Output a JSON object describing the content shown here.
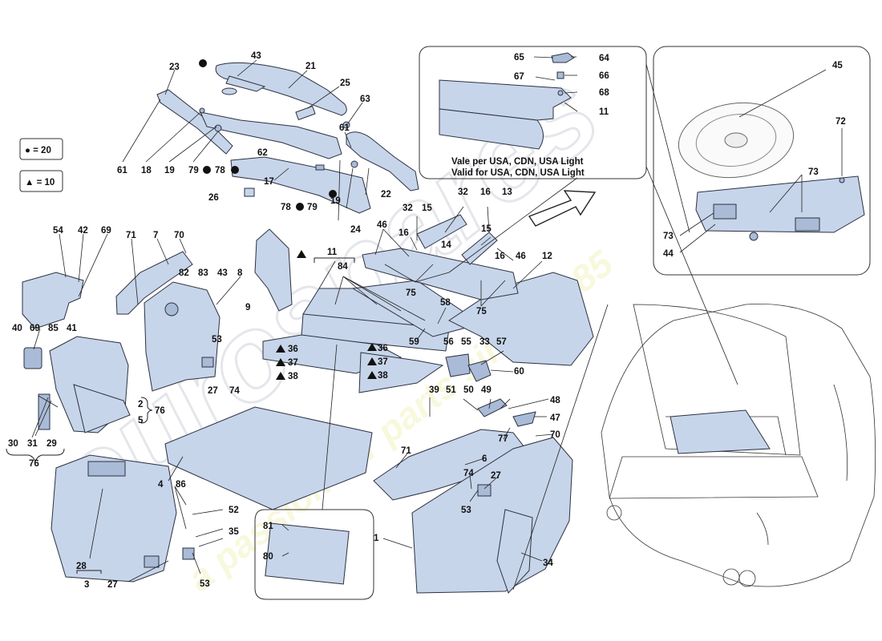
{
  "legend": {
    "circle_text": "● = 20",
    "triangle_text": "▲ = 10"
  },
  "note": {
    "line1": "Vale per USA, CDN, USA Light",
    "line2": "Valid for USA, CDN, USA Light"
  },
  "watermark": {
    "brand": "eurospares",
    "slogan": "a passion for parts since 1985"
  },
  "labels": {
    "l23": "23",
    "l43": "43",
    "l21": "21",
    "l25": "25",
    "l63": "63",
    "l61a": "61",
    "l18": "18",
    "l19a": "19",
    "l79a": "79",
    "l78a": "78",
    "l62": "62",
    "l61b": "61",
    "l26": "26",
    "l17": "17",
    "l78b": "78",
    "l79b": "79",
    "l19b": "19",
    "l24": "24",
    "l22": "22",
    "l65": "65",
    "l64": "64",
    "l67": "67",
    "l66": "66",
    "l68": "68",
    "l11a": "11",
    "l45": "45",
    "l72": "72",
    "l73a": "73",
    "l73b": "73",
    "l44": "44",
    "l54": "54",
    "l42": "42",
    "l69a": "69",
    "l40": "40",
    "l69b": "69",
    "l85": "85",
    "l41": "41",
    "l71a": "71",
    "l7": "7",
    "l70a": "70",
    "l82": "82",
    "l83": "83",
    "l43b": "43",
    "l8": "8",
    "l53a": "53",
    "l27a": "27",
    "l74a": "74",
    "l2": "2",
    "l5": "5",
    "l76a": "76",
    "l30": "30",
    "l31": "31",
    "l29": "29",
    "l76b": "76",
    "l9": "9",
    "l11b": "11",
    "l84": "84",
    "l36a": "36",
    "l37a": "37",
    "l38a": "38",
    "l32a": "32",
    "l16a": "16",
    "l13": "13",
    "l32b": "32",
    "l15a": "15",
    "l16b": "16",
    "l46a": "46",
    "l14": "14",
    "l15b": "15",
    "l16c": "16",
    "l46b": "46",
    "l12": "12",
    "l75a": "75",
    "l75b": "75",
    "l58": "58",
    "l59": "59",
    "l36b": "36",
    "l37b": "37",
    "l38b": "38",
    "l56": "56",
    "l55": "55",
    "l33": "33",
    "l57": "57",
    "l60": "60",
    "l39": "39",
    "l51": "51",
    "l50": "50",
    "l49": "49",
    "l48": "48",
    "l47": "47",
    "l77": "77",
    "l70b": "70",
    "l71b": "71",
    "l6": "6",
    "l74b": "74",
    "l27b": "27",
    "l53b": "53",
    "l4": "4",
    "l86": "86",
    "l52": "52",
    "l35": "35",
    "l28": "28",
    "l3": "3",
    "l27c": "27",
    "l53c": "53",
    "l81": "81",
    "l80": "80",
    "l1": "1",
    "l34": "34"
  }
}
